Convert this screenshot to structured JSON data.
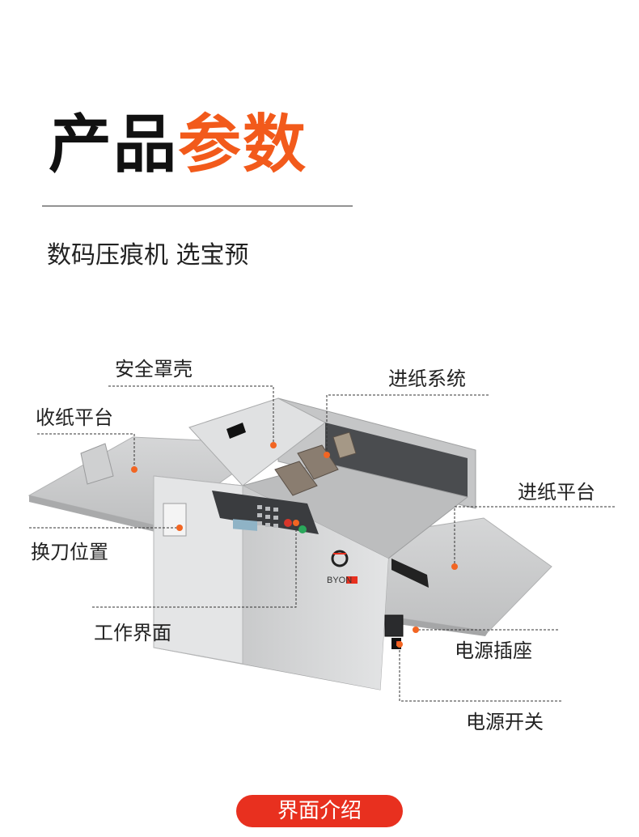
{
  "header": {
    "title_black": "产品",
    "title_orange": "参数",
    "subtitle": "数码压痕机 选宝预"
  },
  "callouts": {
    "safety_cover": "安全罩壳",
    "paper_feed_system": "进纸系统",
    "paper_output_platform": "收纸平台",
    "paper_feed_platform": "进纸平台",
    "knife_change_position": "换刀位置",
    "work_interface": "工作界面",
    "power_socket": "电源插座",
    "power_switch": "电源开关"
  },
  "machine": {
    "brand_logo_text": "BYON"
  },
  "footer": {
    "button_label": "界面介绍"
  },
  "colors": {
    "accent": "#f25a1b",
    "footer_red": "#e8301f",
    "callout_dot": "#f26522"
  }
}
